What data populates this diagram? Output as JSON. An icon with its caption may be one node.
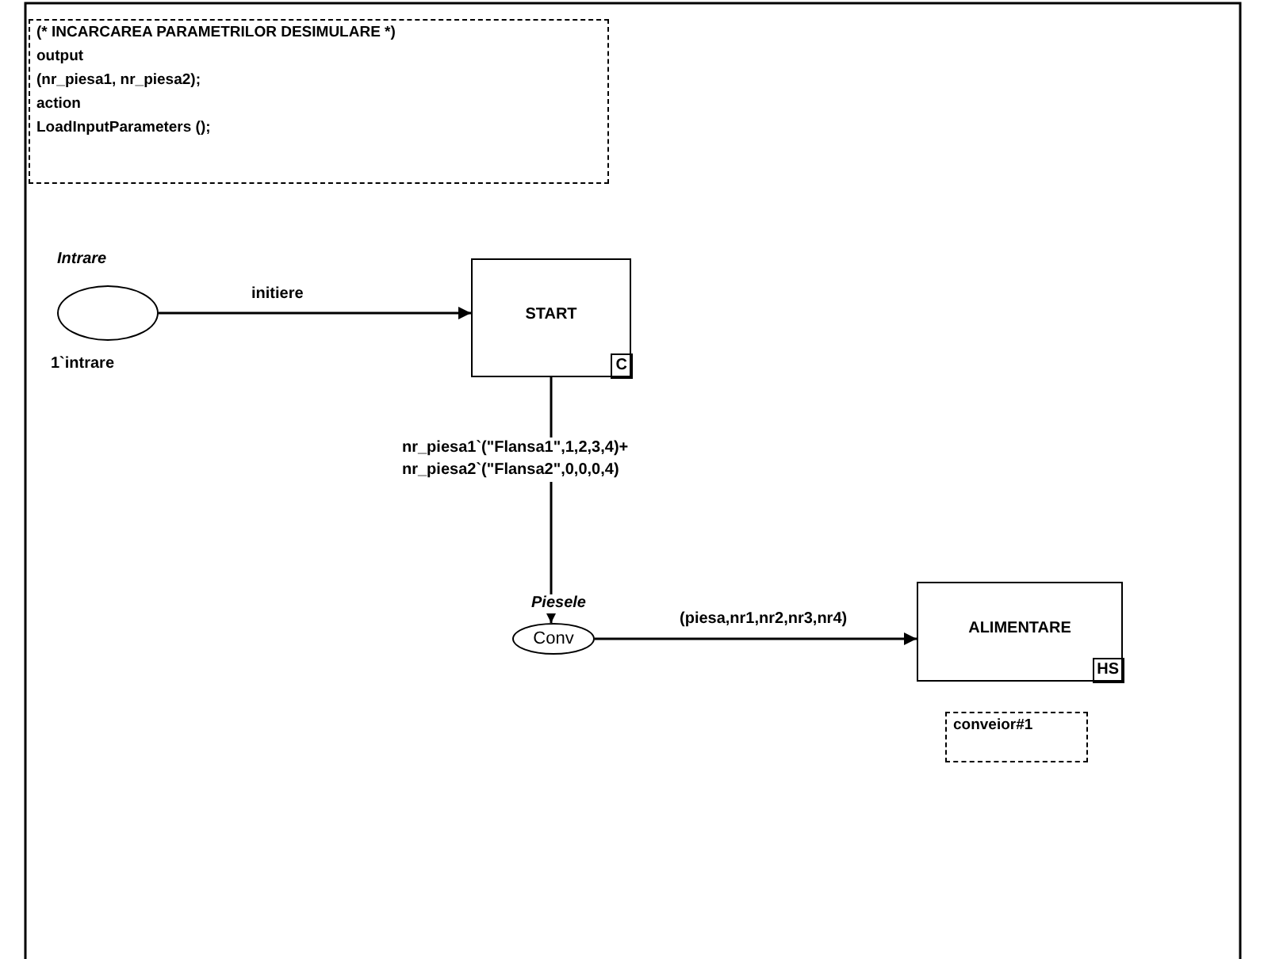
{
  "diagram": {
    "nodes": [
      {
        "text": [
          "(* INCARCAREA PARAMETRILOR DESIMULARE *)",
          "output",
          "(nr_piesa1, nr_piesa2);",
          "action",
          "LoadInputParameters ();"
        ]
      },
      {
        "text": [],
        "shape": "circle",
        "beside": [
          "Intrare",
          "1`intrare"
        ]
      },
      {
        "text": [
          "START",
          "C"
        ]
      },
      {
        "text": [
          "Conv"
        ],
        "beside": [
          "Piesele"
        ]
      },
      {
        "text": [
          "ALIMENTARE",
          "HS"
        ]
      },
      {
        "text": [
          "conveior#1"
        ]
      }
    ],
    "edges": [
      {
        "from": 1,
        "to": 2,
        "arrow": "to",
        "label": "initiere"
      },
      {
        "from": 2,
        "to": 3,
        "arrow": "to",
        "label": "nr_piesa1`(\"Flansa1\",1,2,3,4)+ nr_piesa2`(\"Flansa2\",0,0,0,4)"
      },
      {
        "from": 3,
        "to": 4,
        "arrow": "to",
        "label": "(piesa,nr1,nr2,nr3,nr4)"
      }
    ]
  }
}
